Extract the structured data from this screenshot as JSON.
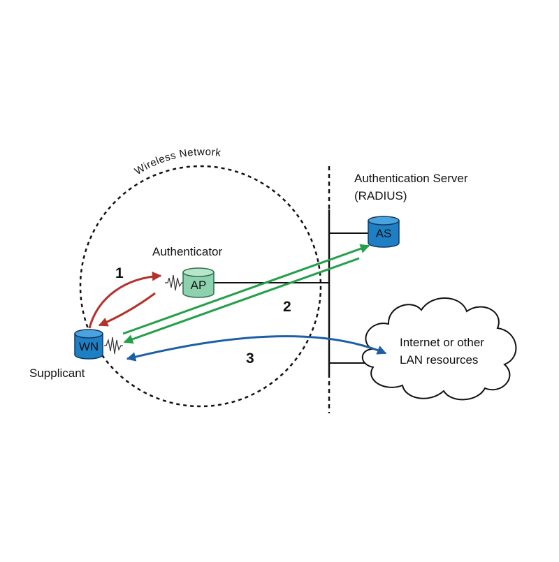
{
  "diagram": {
    "network_label": "Wireless Network",
    "authenticator_label": "Authenticator",
    "supplicant_label": "Supplicant",
    "server_label_line1": "Authentication Server",
    "server_label_line2": "(RADIUS)",
    "cloud_label_line1": "Internet or other",
    "cloud_label_line2": "LAN resources",
    "devices": {
      "ap": "AP",
      "wn": "WN",
      "as": "AS"
    },
    "steps": [
      "1",
      "2",
      "3"
    ],
    "colors": {
      "step1": "#b5312b",
      "step2": "#22a047",
      "step3": "#1d5fa5",
      "ap_fill": "#8ed1ae",
      "device_fill": "#1f7fc4"
    }
  }
}
